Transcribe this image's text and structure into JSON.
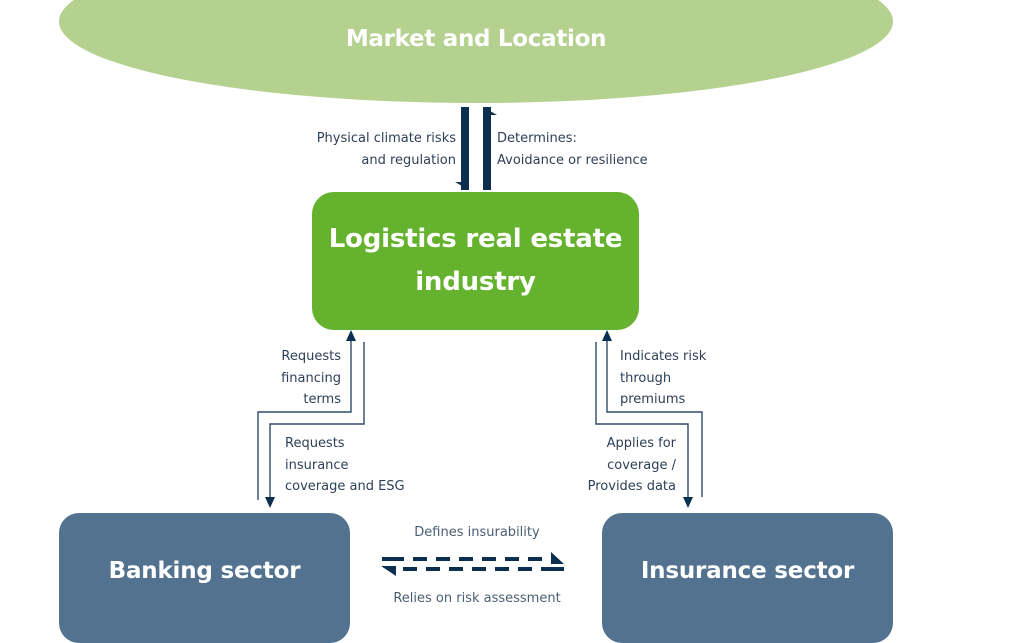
{
  "diagram": {
    "top_node": {
      "label": "Market and Location",
      "color": "#b5d190"
    },
    "center_node": {
      "label": "Logistics real estate industry",
      "color": "#65b22f"
    },
    "left_node": {
      "label": "Banking sector",
      "color": "#53728f"
    },
    "right_node": {
      "label": "Insurance sector",
      "color": "#53728f"
    },
    "edges": {
      "top_down": {
        "from": "Market and Location",
        "to": "Logistics real estate industry",
        "lines": [
          "Physical climate risks",
          "and regulation"
        ]
      },
      "top_up": {
        "from": "Logistics real estate industry",
        "to": "Market and Location",
        "lines": [
          "Determines:",
          "Avoidance or resilience"
        ]
      },
      "bank_up": {
        "from": "Banking sector",
        "to": "Logistics real estate industry",
        "lines": [
          "Requests",
          "financing",
          "terms"
        ]
      },
      "bank_down": {
        "from": "Logistics real estate industry",
        "to": "Banking sector",
        "lines": [
          "Requests",
          "insurance",
          "coverage and ESG"
        ]
      },
      "ins_up": {
        "from": "Insurance sector",
        "to": "Logistics real estate industry",
        "lines": [
          "Indicates risk",
          "through",
          "premiums"
        ]
      },
      "ins_down": {
        "from": "Logistics real estate industry",
        "to": "Insurance sector",
        "lines": [
          "Applies for",
          "coverage /",
          "Provides data"
        ]
      },
      "bank_ins_top": {
        "from": "Banking sector",
        "to": "Insurance sector",
        "label": "Defines insurability"
      },
      "bank_ins_bottom": {
        "from": "Insurance sector",
        "to": "Banking sector",
        "label": "Relies on risk assessment"
      }
    },
    "arrow_color": "#0d2f4f",
    "line_color": "#2e4c6a"
  }
}
